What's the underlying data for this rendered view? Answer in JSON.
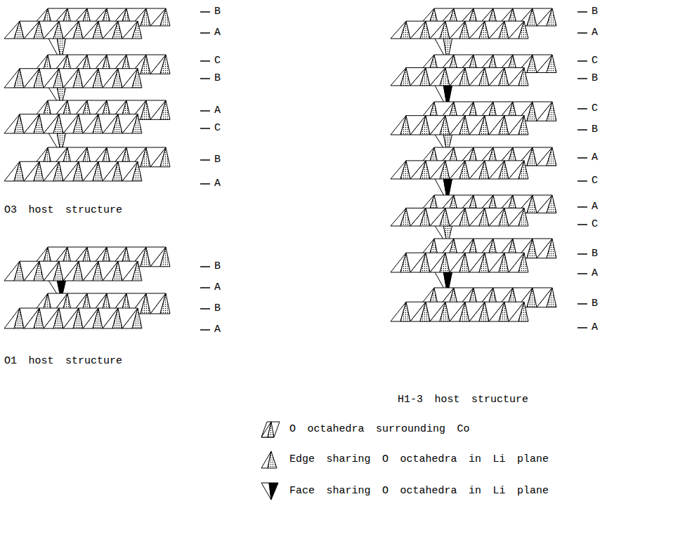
{
  "diagram": {
    "labels": [
      "B",
      "A",
      "C",
      "B",
      "A",
      "C",
      "B",
      "A",
      "O3 host structure",
      "B",
      "A",
      "B",
      "A",
      "O1 host structure",
      "B",
      "A",
      "C",
      "B",
      "C",
      "B",
      "A",
      "C",
      "A",
      "C",
      "B",
      "A",
      "B",
      "A",
      "H1-3 host structure"
    ],
    "legend": [
      {
        "text": "O octahedra surrounding Co"
      },
      {
        "text": "Edge sharing O octahedra in Li plane"
      },
      {
        "text": "Face sharing O octahedra in Li plane"
      }
    ]
  }
}
